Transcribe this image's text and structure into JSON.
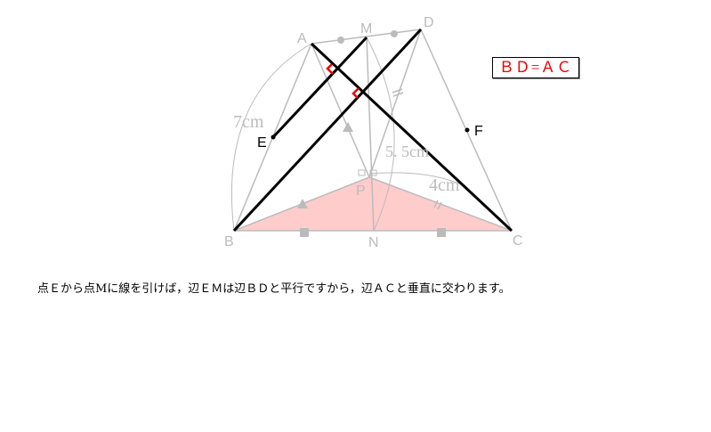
{
  "diagram": {
    "points": {
      "A": "A",
      "M": "M",
      "D": "D",
      "B": "B",
      "N": "N",
      "C": "C",
      "P": "P",
      "E": "E",
      "F": "F"
    },
    "lengths": {
      "ab": "7cm",
      "mn": "5. 5cm",
      "pc": "4cm"
    },
    "colors": {
      "shade": "#ffcccc",
      "gray": "#bbbbbb",
      "accent": "#ee0000"
    }
  },
  "equation": "ＢＤ=ＡＣ",
  "caption": "点Ｅから点Mに線を引けば，辺ＥＭは辺ＢＤと平行ですから，辺ＡＣと垂直に交わります。"
}
